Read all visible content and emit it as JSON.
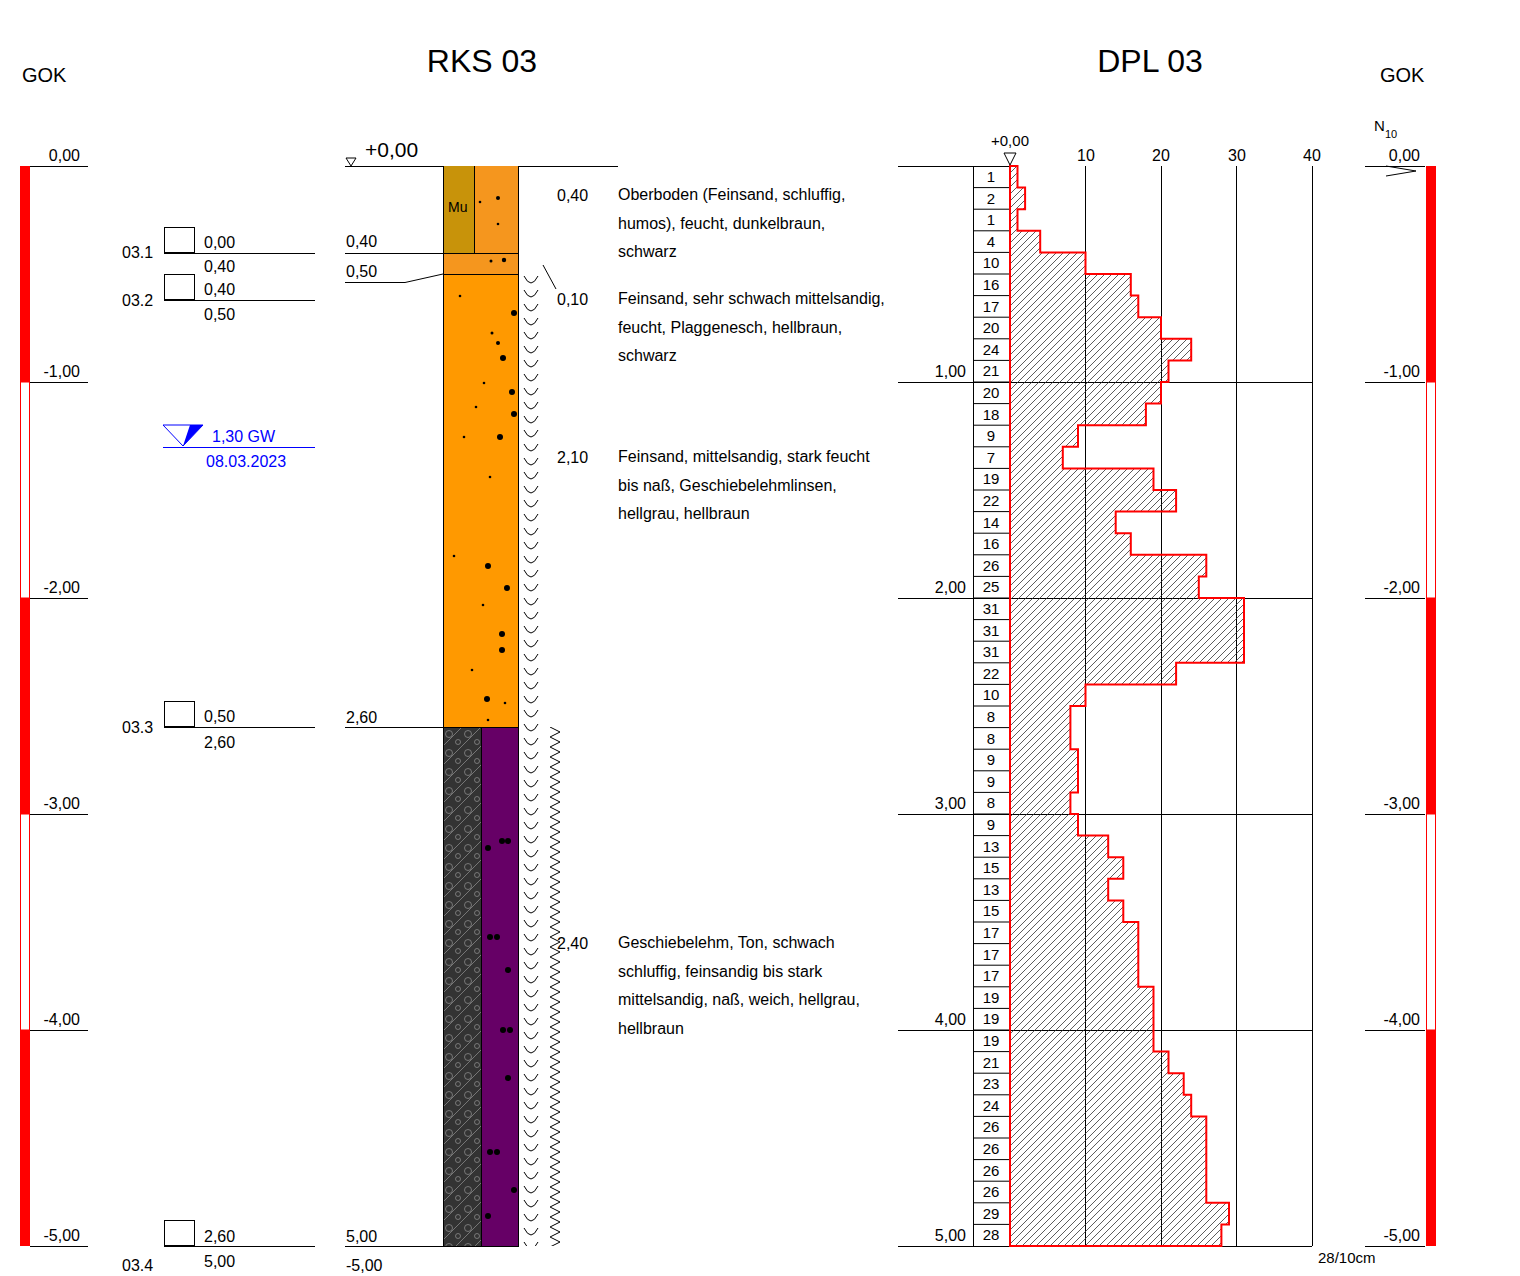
{
  "diagram": {
    "labels": [
      "GOK",
      "RKS 03",
      "DPL 03",
      "GOK",
      "N",
      "10",
      "0,00",
      "-1,00",
      "-2,00",
      "-3,00",
      "-4,00",
      "-5,00",
      "0,00",
      "-1,00",
      "-2,00",
      "-3,00",
      "-4,00",
      "-5,00",
      "+0,00",
      "1,00",
      "2,00",
      "3,00",
      "4,00",
      "5,00",
      "10",
      "20",
      "30",
      "40",
      "28/10cm",
      "03.1",
      "0,00",
      "0,40",
      "03.2",
      "0,40",
      "0,50",
      "03.3",
      "0,50",
      "2,60",
      "03.4",
      "2,60",
      "5,00",
      "1,30 GW",
      "08.03.2023",
      "+0,00",
      "0,40",
      "0,50",
      "2,60",
      "5,00",
      "-5,00",
      "0,40",
      "Oberboden (Feinsand, schluffig, humos), feucht, dunkelbraun, schwarz",
      "0,10",
      "Feinsand, sehr schwach mittelsandig, feucht, Plaggenesch, hellbraun, schwarz",
      "2,10",
      "Feinsand, mittelsandig, stark feucht bis naß, Geschiebelehmlinsen, hellgrau, hellbraun",
      "2,40",
      "Geschiebelehm, Ton, schwach schluffig, feinsandig bis stark mittelsandig, naß, weich, hellgrau, hellbraun",
      "Mu",
      "1",
      "2",
      "1",
      "4",
      "10",
      "16",
      "17",
      "20",
      "24",
      "21",
      "20",
      "18",
      "9",
      "7",
      "19",
      "22",
      "14",
      "16",
      "26",
      "25",
      "31",
      "31",
      "31",
      "22",
      "10",
      "8",
      "8",
      "9",
      "9",
      "8",
      "9",
      "13",
      "15",
      "13",
      "15",
      "17",
      "17",
      "17",
      "19",
      "19",
      "19",
      "21",
      "23",
      "24",
      "26",
      "26",
      "26",
      "26",
      "29",
      "28"
    ]
  }
}
